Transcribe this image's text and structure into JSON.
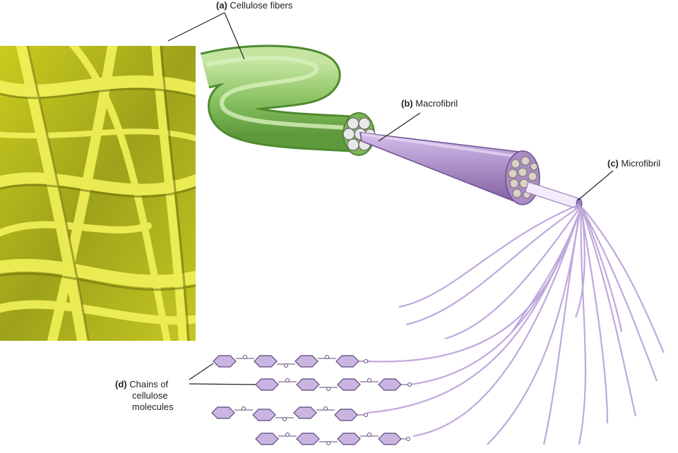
{
  "labels": {
    "a": {
      "letter": "(a)",
      "text": "Cellulose fibers"
    },
    "b": {
      "letter": "(b)",
      "text": "Macrofibril"
    },
    "c": {
      "letter": "(c)",
      "text": "Microfibril"
    },
    "d": {
      "letter": "(d)",
      "line1": "Chains of",
      "line2": "cellulose",
      "line3": "molecules"
    }
  },
  "colors": {
    "fiber_green": "#8cc464",
    "macrofibril_purple": "#a98cc4",
    "strand_purple": "#c0a8dc",
    "micrograph_yellow": "#d8dc2a"
  }
}
